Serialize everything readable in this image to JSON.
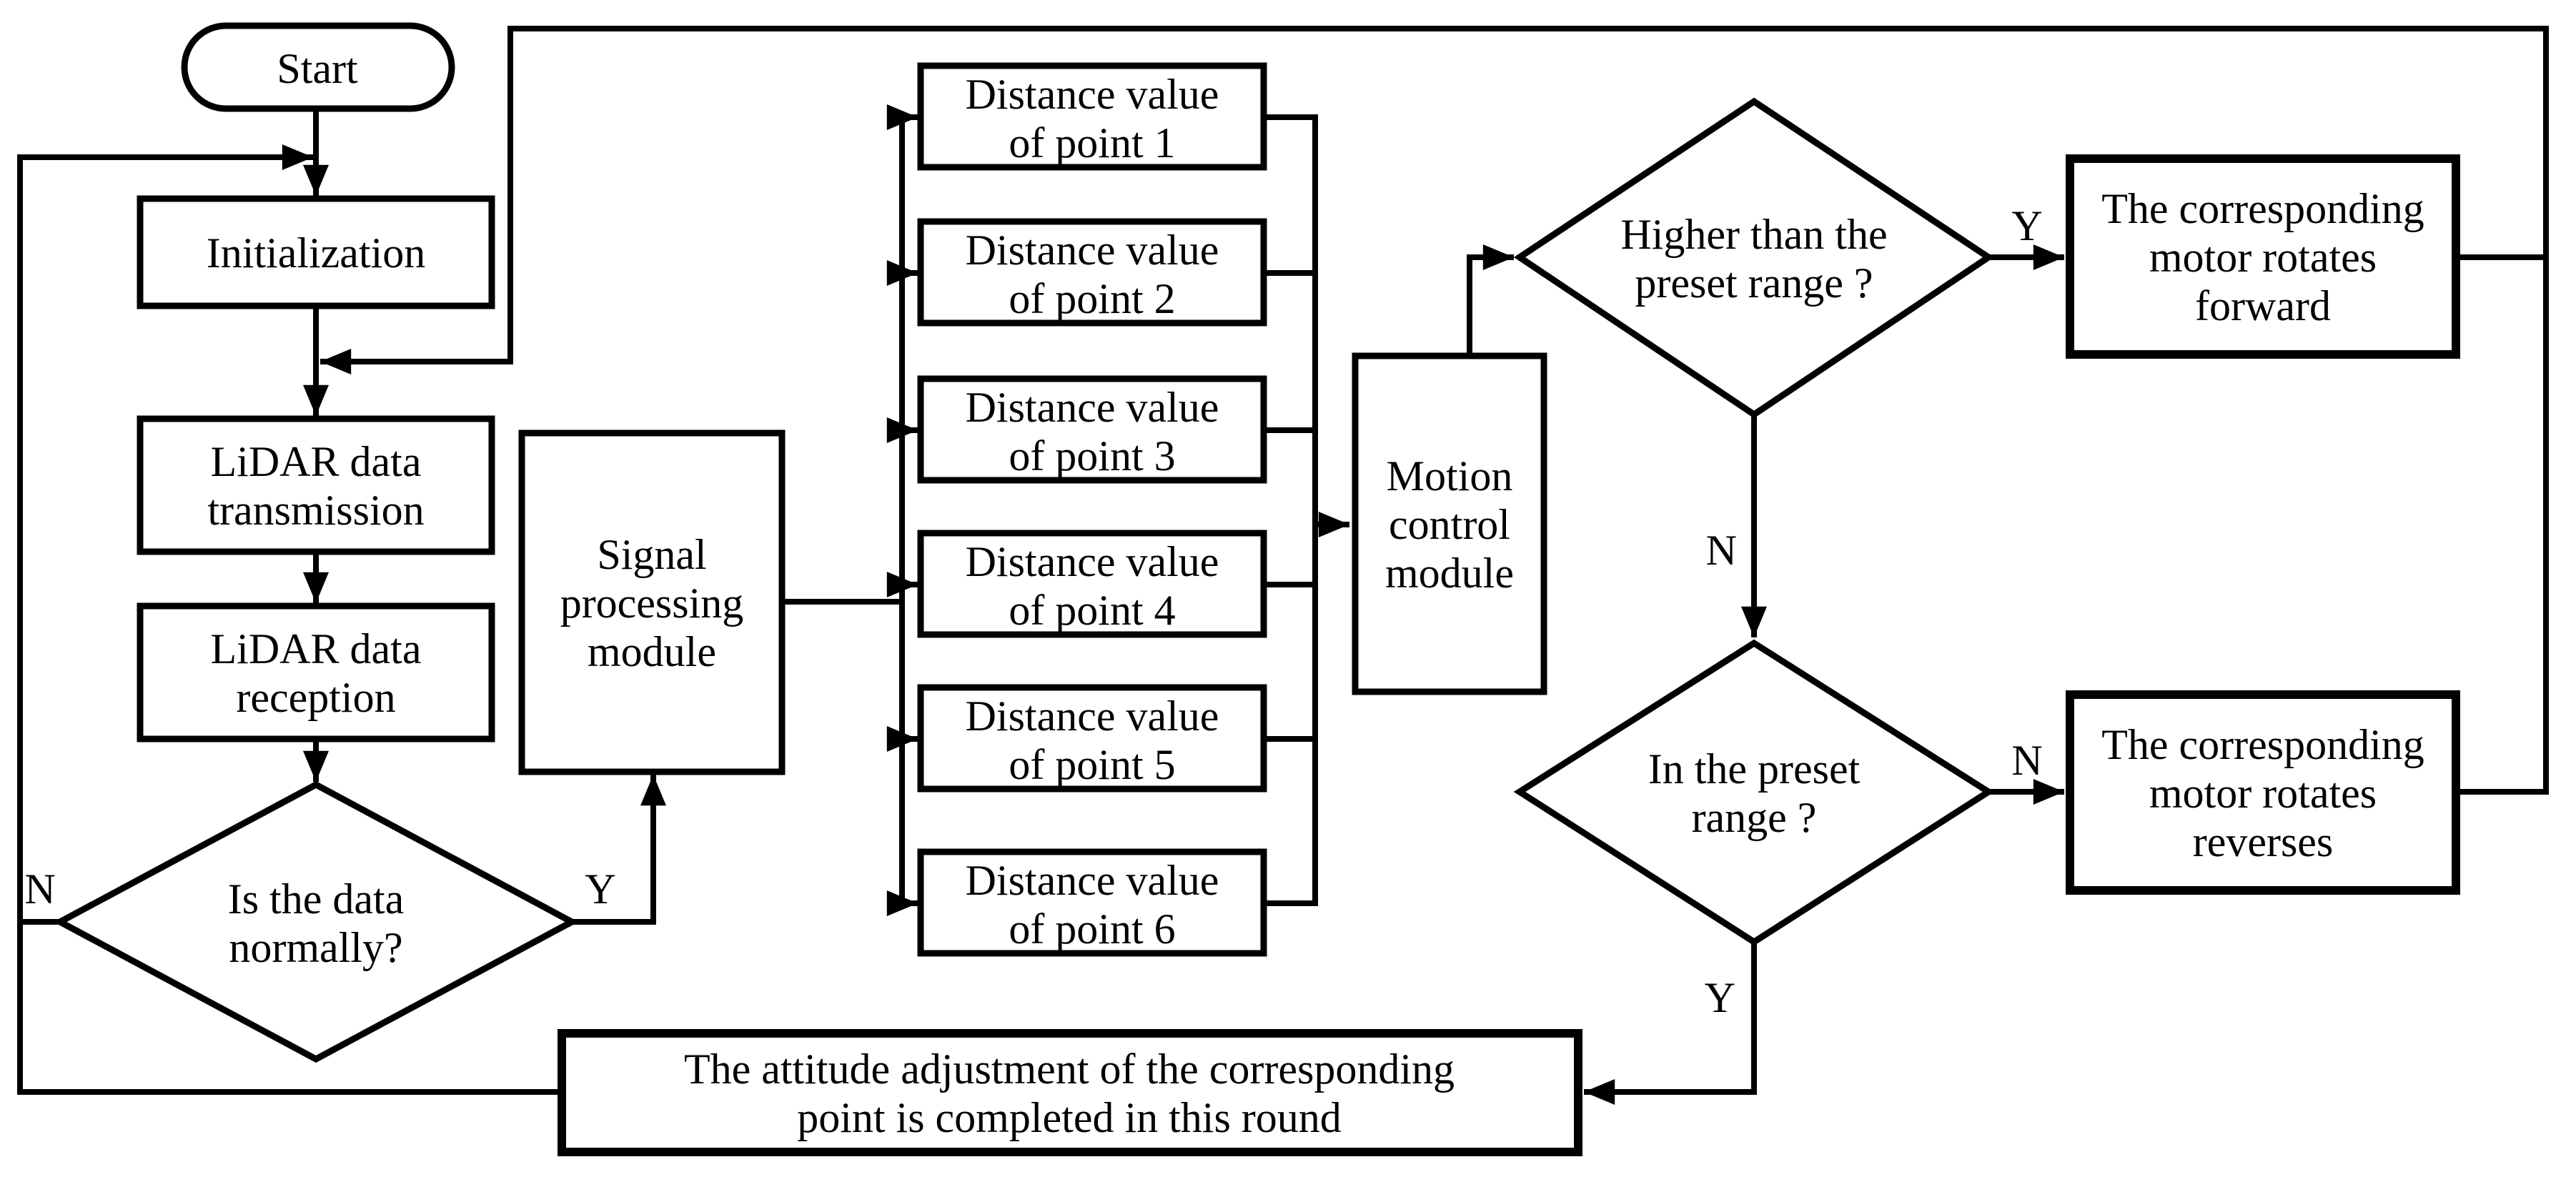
{
  "flowchart": {
    "background_color": "#ffffff",
    "line_color": "#000000",
    "nodes": {
      "start": {
        "type": "terminator",
        "lines": [
          "Start"
        ]
      },
      "initialization": {
        "type": "process",
        "lines": [
          "Initialization"
        ]
      },
      "lidar_transmission": {
        "type": "process",
        "lines": [
          "LiDAR data",
          "transmission"
        ]
      },
      "lidar_reception": {
        "type": "process",
        "lines": [
          "LiDAR data",
          "reception"
        ]
      },
      "data_normal_decision": {
        "type": "decision",
        "lines": [
          "Is the data",
          "normally?"
        ]
      },
      "signal_processing": {
        "type": "process",
        "lines": [
          "Signal",
          "processing",
          "module"
        ]
      },
      "distance_point_1": {
        "type": "process",
        "lines": [
          "Distance value",
          "of point 1"
        ]
      },
      "distance_point_2": {
        "type": "process",
        "lines": [
          "Distance value",
          "of point 2"
        ]
      },
      "distance_point_3": {
        "type": "process",
        "lines": [
          "Distance value",
          "of point 3"
        ]
      },
      "distance_point_4": {
        "type": "process",
        "lines": [
          "Distance value",
          "of point 4"
        ]
      },
      "distance_point_5": {
        "type": "process",
        "lines": [
          "Distance value",
          "of point 5"
        ]
      },
      "distance_point_6": {
        "type": "process",
        "lines": [
          "Distance value",
          "of point 6"
        ]
      },
      "motion_control": {
        "type": "process",
        "lines": [
          "Motion",
          "control",
          "module"
        ]
      },
      "higher_than_preset_decision": {
        "type": "decision",
        "lines": [
          "Higher than the",
          "preset range ?"
        ]
      },
      "motor_forward": {
        "type": "process",
        "lines": [
          "The corresponding",
          "motor rotates",
          "forward"
        ]
      },
      "in_preset_range_decision": {
        "type": "decision",
        "lines": [
          "In the preset",
          "range ?"
        ]
      },
      "motor_reverse": {
        "type": "process",
        "lines": [
          "The corresponding",
          "motor rotates",
          "reverses"
        ]
      },
      "attitude_complete": {
        "type": "process",
        "lines": [
          "The attitude adjustment of the corresponding",
          "point is completed in this round"
        ]
      }
    },
    "edge_labels": {
      "data_normal_no": "N",
      "data_normal_yes": "Y",
      "higher_yes": "Y",
      "higher_no": "N",
      "in_range_no": "N",
      "in_range_yes": "Y"
    }
  }
}
